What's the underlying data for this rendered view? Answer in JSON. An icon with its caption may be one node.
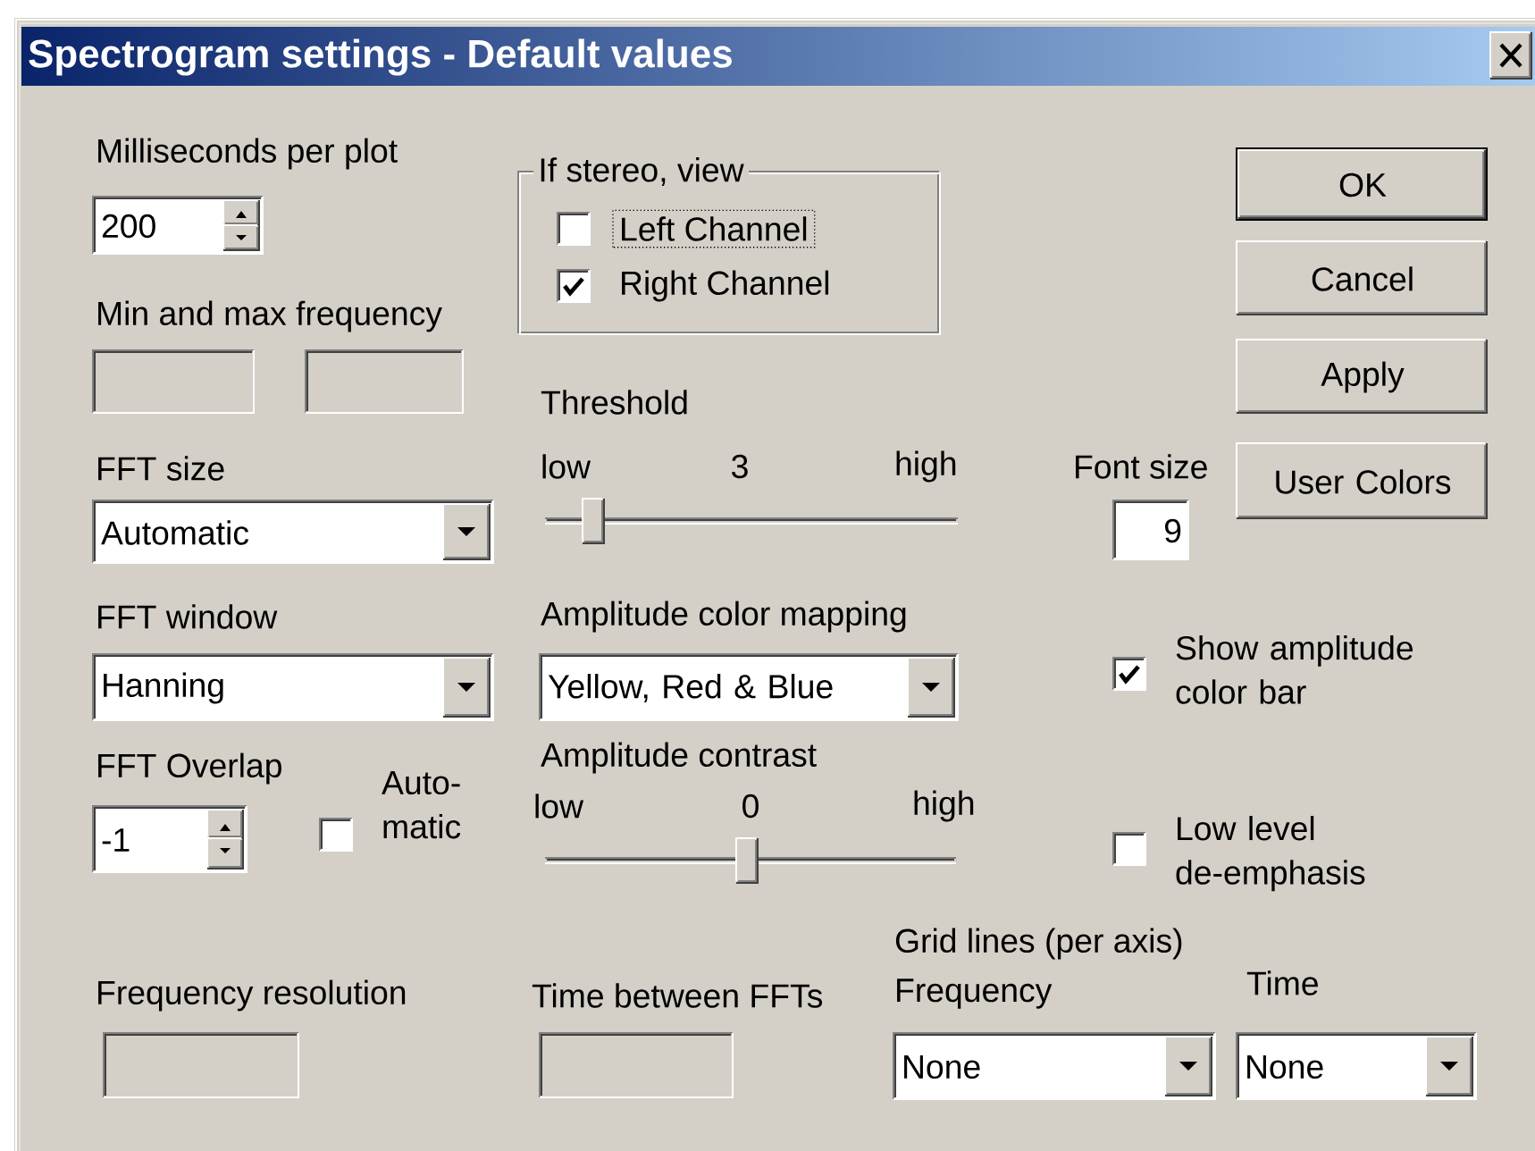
{
  "diagram": {
    "title": "Spectrogram settings - Default values",
    "nodes": [
      {
        "text": [
          "200"
        ]
      },
      {
        "text": [
          "If stereo, view"
        ]
      },
      {
        "text": [],
        "shape": "checkbox",
        "beside": [
          "Left Channel"
        ],
        "in": 1
      },
      {
        "text": [],
        "shape": "checked-box",
        "beside": [
          "Right Channel"
        ],
        "in": 1
      },
      {
        "text": [
          "OK"
        ]
      },
      {
        "text": [
          "Cancel"
        ]
      },
      {
        "text": [],
        "shape": "box"
      },
      {
        "text": [],
        "shape": "box"
      },
      {
        "text": [
          "Apply"
        ]
      },
      {
        "text": [
          "Automatic"
        ]
      },
      {
        "text": [
          "9"
        ]
      },
      {
        "text": [
          "User Colors"
        ]
      },
      {
        "text": [
          "Hanning"
        ]
      },
      {
        "text": [
          "Yellow, Red & Blue"
        ]
      },
      {
        "text": [],
        "shape": "checked-box",
        "beside": [
          "Show amplitude color bar"
        ]
      },
      {
        "text": [
          "-1"
        ]
      },
      {
        "text": [],
        "shape": "checkbox",
        "beside": [
          "Auto- matic"
        ]
      },
      {
        "text": [],
        "shape": "checkbox",
        "beside": [
          "Low level de-emphasis"
        ]
      },
      {
        "text": [],
        "shape": "box"
      },
      {
        "text": [],
        "shape": "box"
      },
      {
        "text": [
          "None"
        ]
      },
      {
        "text": [
          "None"
        ]
      }
    ],
    "labels": [
      "Milliseconds per plot",
      "Min and max frequency",
      "Threshold",
      "FFT size",
      "low",
      "3",
      "high",
      "Font size",
      "FFT window",
      "Amplitude color mapping",
      "FFT Overlap",
      "Amplitude contrast",
      "low",
      "0",
      "high",
      "Grid lines (per axis)",
      "Frequency resolution",
      "Time between FFTs",
      "Frequency",
      "Time"
    ]
  }
}
